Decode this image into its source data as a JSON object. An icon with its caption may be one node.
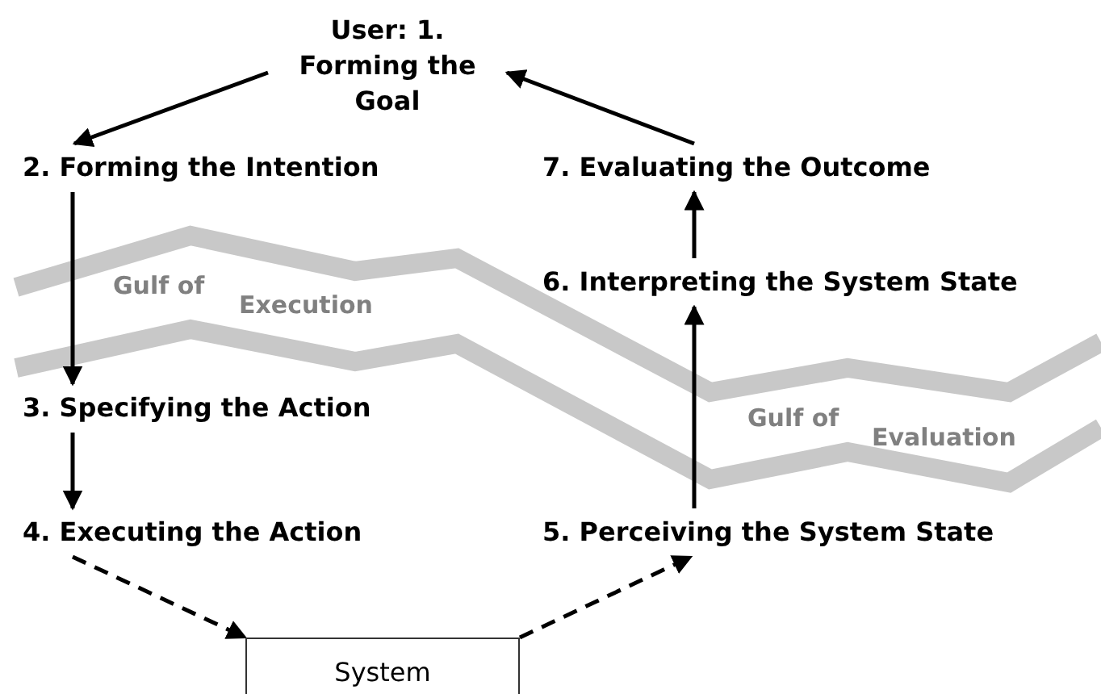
{
  "diagram": {
    "nodes": [
      {
        "text": [
          "User: 1. Forming the Goal"
        ]
      },
      {
        "text": [
          "2. Forming the Intention"
        ]
      },
      {
        "text": [
          "3. Specifying the Action"
        ]
      },
      {
        "text": [
          "4. Executing the Action"
        ]
      },
      {
        "text": [
          "System"
        ]
      },
      {
        "text": [
          "5. Perceiving the System State"
        ]
      },
      {
        "text": [
          "6. Interpreting the System State"
        ]
      },
      {
        "text": [
          "7. Evaluating the Outcome"
        ]
      }
    ],
    "edges": [
      {
        "from": 0,
        "to": 1,
        "arrow": "to"
      },
      {
        "from": 1,
        "to": 2,
        "arrow": "to"
      },
      {
        "from": 2,
        "to": 3,
        "arrow": "to"
      },
      {
        "from": 3,
        "to": 4,
        "arrow": "to",
        "style": "dashed"
      },
      {
        "from": 4,
        "to": 5,
        "arrow": "to",
        "style": "dashed"
      },
      {
        "from": 5,
        "to": 6,
        "arrow": "to"
      },
      {
        "from": 6,
        "to": 7,
        "arrow": "to"
      },
      {
        "from": 7,
        "to": 0,
        "arrow": "to"
      }
    ],
    "labels": [
      "Gulf of",
      "Execution",
      "Gulf of",
      "Evaluation"
    ]
  }
}
